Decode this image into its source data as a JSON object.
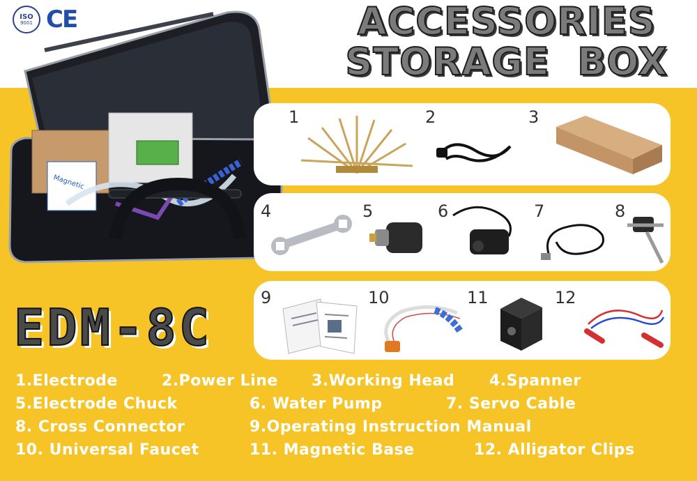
{
  "certifications": {
    "iso_label": "ISO",
    "iso_number": "9001",
    "ce_mark": "CE"
  },
  "title": {
    "line1": "ACCESSORIES",
    "line2": "STORAGE  BOX"
  },
  "model": "EDM-8C",
  "items": [
    {
      "number": "1",
      "icon": "electrode-rods-icon"
    },
    {
      "number": "2",
      "icon": "power-cord-icon"
    },
    {
      "number": "3",
      "icon": "cardboard-box-icon"
    },
    {
      "number": "4",
      "icon": "spanner-icon"
    },
    {
      "number": "5",
      "icon": "drill-chuck-icon"
    },
    {
      "number": "6",
      "icon": "water-pump-icon"
    },
    {
      "number": "7",
      "icon": "cable-icon"
    },
    {
      "number": "8",
      "icon": "cross-connector-icon"
    },
    {
      "number": "9",
      "icon": "manual-icon"
    },
    {
      "number": "10",
      "icon": "faucet-hose-icon"
    },
    {
      "number": "11",
      "icon": "magnetic-base-icon"
    },
    {
      "number": "12",
      "icon": "alligator-clips-icon"
    }
  ],
  "legend": [
    [
      "1.Electrode",
      "2.Power Line",
      "3.Working Head",
      "4.Spanner"
    ],
    [
      "5.Electrode Chuck",
      "6. Water Pump",
      "7. Servo Cable"
    ],
    [
      "8. Cross Connector",
      "9.Operating Instruction Manual"
    ],
    [
      "10. Universal Faucet",
      "11. Magnetic Base",
      "12. Alligator Clips"
    ]
  ],
  "colors": {
    "background": "#f6c426",
    "panel": "#ffffff",
    "legend_text": "#ffffff",
    "title_fill": "#7b7b7b"
  }
}
